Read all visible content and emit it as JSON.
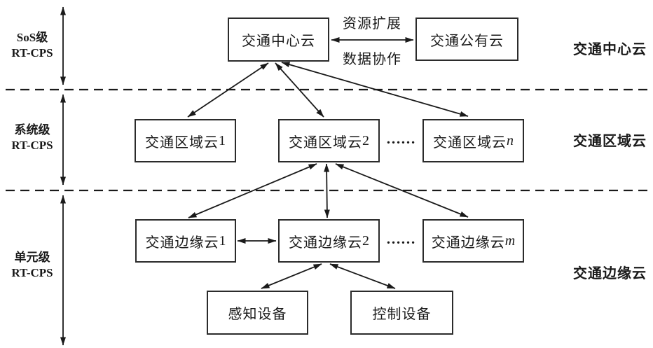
{
  "figure": {
    "background": "#ffffff",
    "line_color": "#1a1a1a",
    "axis": {
      "levels": [
        {
          "name": "SoS级",
          "sub": "RT-CPS"
        },
        {
          "name": "系统级",
          "sub": "RT-CPS"
        },
        {
          "name": "单元级",
          "sub": "RT-CPS"
        }
      ]
    },
    "nodes": [
      {
        "id": "center-cloud",
        "label": "交通中心云"
      },
      {
        "id": "public-cloud",
        "label": "交通公有云"
      },
      {
        "id": "region-cloud-1",
        "label": "交通区域云",
        "suffix": "1"
      },
      {
        "id": "region-cloud-2",
        "label": "交通区域云",
        "suffix": "2"
      },
      {
        "id": "region-cloud-n",
        "label": "交通区域云",
        "variable": "n"
      },
      {
        "id": "edge-cloud-1",
        "label": "交通边缘云",
        "suffix": "1"
      },
      {
        "id": "edge-cloud-2",
        "label": "交通边缘云",
        "suffix": "2"
      },
      {
        "id": "edge-cloud-m",
        "label": "交通边缘云",
        "variable": "m"
      },
      {
        "id": "sensing-device",
        "label": "感知设备"
      },
      {
        "id": "control-device",
        "label": "控制设备"
      }
    ],
    "link_labels": {
      "resource": "资源扩展",
      "data": "数据协作"
    },
    "ellipsis": "……",
    "layer_labels": [
      "交通中心云",
      "交通区域云",
      "交通边缘云"
    ]
  }
}
